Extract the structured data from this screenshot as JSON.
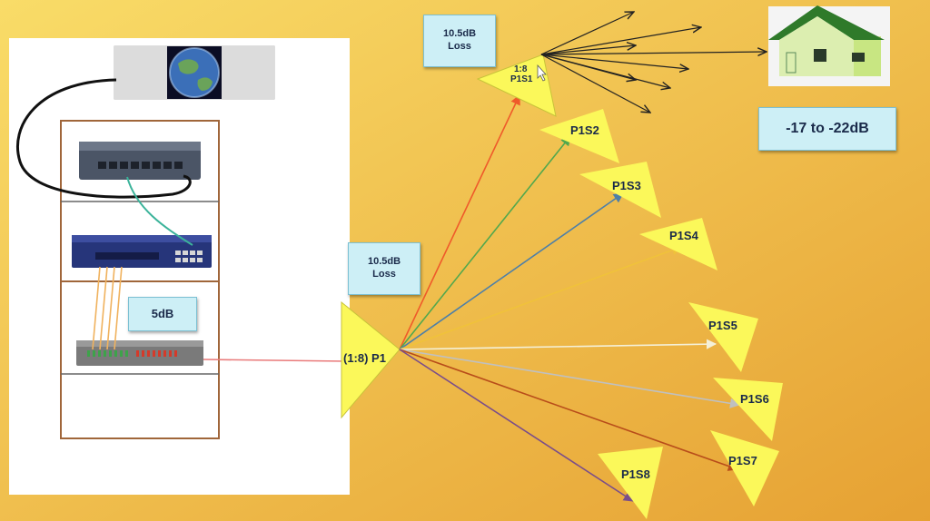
{
  "colors": {
    "background_light": "#f7d55a",
    "background_dark": "#e8a838",
    "panel": "#ffffff",
    "rack_border": "#a0663a",
    "splitter_fill": "#fbf85a",
    "label_box": "#cdeff6"
  },
  "devices": {
    "internet": "globe-icon",
    "switch": "network-switch-icon",
    "olt": "olt-device-icon",
    "patch_panel": "patch-panel-icon",
    "home": "house-icon"
  },
  "labels": {
    "rack_loss": "5dB",
    "p1_loss_value": "10.5dB",
    "p1_loss_word": "Loss",
    "p1s1_loss_value": "10.5dB",
    "p1s1_loss_word": "Loss",
    "home_range": "-17 to -22dB"
  },
  "splitters": {
    "p1": "(1:8) P1",
    "p1s1_ratio": "1:8",
    "p1s1_name": "P1S1",
    "secondary": [
      "P1S2",
      "P1S3",
      "P1S4",
      "P1S5",
      "P1S6",
      "P1S7",
      "P1S8"
    ]
  }
}
